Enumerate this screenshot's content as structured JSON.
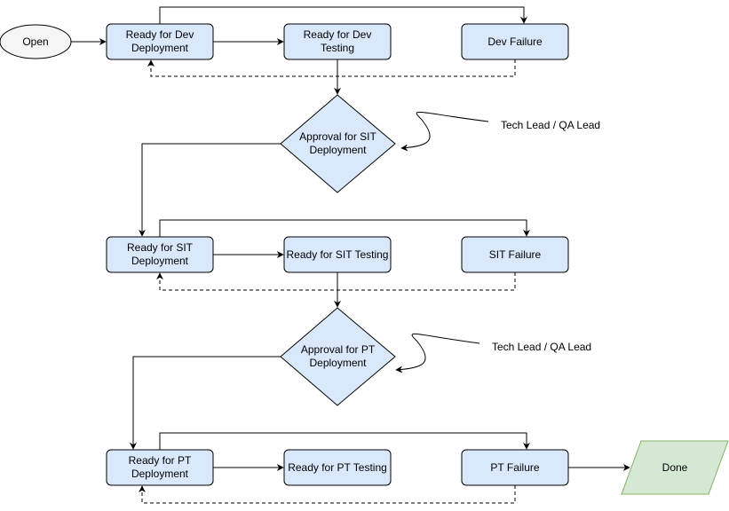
{
  "colors": {
    "process_fill": "#dae8fc",
    "terminal_fill": "#f5f5f5",
    "done_fill": "#d5e8d4",
    "done_stroke": "#82b366",
    "stroke": "#000000"
  },
  "nodes": {
    "open": "Open",
    "ready_dev_deployment": "Ready for Dev\nDeployment",
    "ready_dev_testing": "Ready for Dev\nTesting",
    "dev_failure": "Dev Failure",
    "approval_sit": "Approval for SIT\nDeployment",
    "ready_sit_deployment": "Ready for SIT\nDeployment",
    "ready_sit_testing": "Ready for SIT Testing",
    "sit_failure": "SIT Failure",
    "approval_pt": "Approval for PT\nDeployment",
    "ready_pt_deployment": "Ready for PT\nDeployment",
    "ready_pt_testing": "Ready for PT Testing",
    "pt_failure": "PT Failure",
    "done": "Done"
  },
  "notes": {
    "sit_approver": "Tech Lead / QA Lead",
    "pt_approver": "Tech Lead / QA Lead"
  }
}
